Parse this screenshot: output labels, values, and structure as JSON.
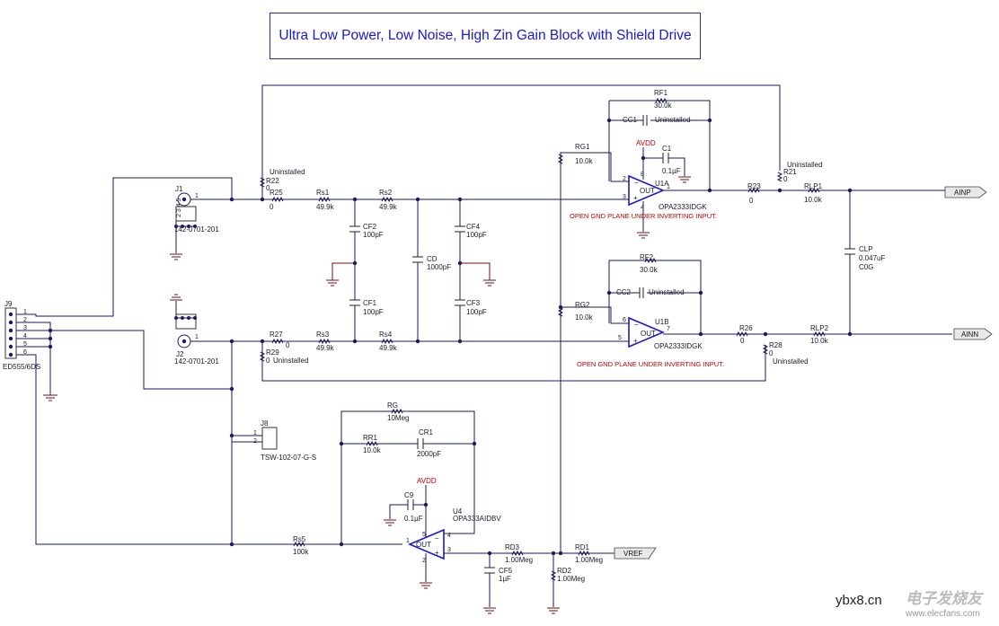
{
  "title": "Ultra Low Power, Low Noise, High Zin Gain Block with Shield Drive",
  "nets": {
    "ainp": "AINP",
    "ainn": "AINN",
    "vref": "VREF",
    "avdd": "AVDD"
  },
  "notes": {
    "inv_note_1": "OPEN GND PLANE UNDER INVERTING INPUT.",
    "inv_note_2": "OPEN GND PLANE UNDER INVERTING INPUT."
  },
  "connectors": {
    "j1": {
      "ref": "J1",
      "part": "142-0701-201",
      "pin": "1",
      "side_pins": "2 3 4 5"
    },
    "j2": {
      "ref": "J2",
      "part": "142-0701-201",
      "pin": "1",
      "side_pins": "2 3 4 5"
    },
    "j8": {
      "ref": "J8",
      "part": "TSW-102-07-G-S",
      "pin1": "1",
      "pin2": "2"
    },
    "j9": {
      "ref": "J9",
      "part": "ED555/6DS",
      "pins": [
        "1",
        "2",
        "3",
        "4",
        "5",
        "6"
      ]
    }
  },
  "amplifiers": {
    "u1a": {
      "ref": "U1A",
      "part": "OPA2333IDGK",
      "out": "OUT",
      "pins": {
        "inv": "2",
        "noninv": "3",
        "out": "1",
        "vp": "8",
        "vn": "4"
      }
    },
    "u1b": {
      "ref": "U1B",
      "part": "OPA2333IDGK",
      "out": "OUT",
      "pins": {
        "inv": "6",
        "noninv": "5",
        "out": "7"
      }
    },
    "u4": {
      "ref": "U4",
      "part": "OPA333AIDBV",
      "out": "OUT",
      "pins": {
        "inv": "4",
        "noninv": "3",
        "out": "1",
        "vp": "5",
        "vn": "2"
      }
    }
  },
  "components": {
    "rf1": {
      "ref": "RF1",
      "value": "30.0k"
    },
    "cc1": {
      "ref": "CC1",
      "value": "Uninstalled"
    },
    "c1": {
      "ref": "C1",
      "value": "0.1µF"
    },
    "rg1": {
      "ref": "RG1",
      "value": "10.0k"
    },
    "r21": {
      "ref": "R21",
      "value": "0",
      "note": "Uninstalled"
    },
    "r23": {
      "ref": "R23",
      "value": "0"
    },
    "rlp1": {
      "ref": "RLP1",
      "value": "10.0k"
    },
    "r22": {
      "ref": "R22",
      "value": "0",
      "note": "Uninstalled"
    },
    "r25": {
      "ref": "R25",
      "value": "0"
    },
    "rs1": {
      "ref": "Rs1",
      "value": "49.9k"
    },
    "rs2": {
      "ref": "Rs2",
      "value": "49.9k"
    },
    "cf2": {
      "ref": "CF2",
      "value": "100pF"
    },
    "cf4": {
      "ref": "CF4",
      "value": "100pF"
    },
    "cd": {
      "ref": "CD",
      "value": "1000pF"
    },
    "cf1": {
      "ref": "CF1",
      "value": "100pF"
    },
    "cf3": {
      "ref": "CF3",
      "value": "100pF"
    },
    "clp": {
      "ref": "CLP",
      "value": "0.047uF",
      "dielectric": "C0G"
    },
    "rf2": {
      "ref": "RF2",
      "value": "30.0k"
    },
    "cc2": {
      "ref": "CC2",
      "value": "Uninstalled"
    },
    "rg2": {
      "ref": "RG2",
      "value": "10.0k"
    },
    "r26": {
      "ref": "R26",
      "value": "0"
    },
    "r28": {
      "ref": "R28",
      "value": "0",
      "note": "Uninstalled"
    },
    "rlp2": {
      "ref": "RLP2",
      "value": "10.0k"
    },
    "r27": {
      "ref": "R27",
      "value": "0"
    },
    "r29": {
      "ref": "R29",
      "value": "0",
      "note": "Uninstalled"
    },
    "rs3": {
      "ref": "Rs3",
      "value": "49.9k"
    },
    "rs4": {
      "ref": "Rs4",
      "value": "49.9k"
    },
    "rg": {
      "ref": "RG",
      "value": "10Meg"
    },
    "rr1": {
      "ref": "RR1",
      "value": "10.0k"
    },
    "cr1": {
      "ref": "CR1",
      "value": "2000pF"
    },
    "c9": {
      "ref": "C9",
      "value": "0.1µF"
    },
    "rs5": {
      "ref": "Rs5",
      "value": "100k"
    },
    "rd3": {
      "ref": "RD3",
      "value": "1.00Meg"
    },
    "rd1": {
      "ref": "RD1",
      "value": "1.00Meg"
    },
    "rd2": {
      "ref": "RD2",
      "value": "1.00Meg"
    },
    "cf5": {
      "ref": "CF5",
      "value": "1µF"
    }
  },
  "watermark": {
    "site_short": "ybx8.cn",
    "site_logo": "电子发烧友",
    "site_url": "www.elecfans.com"
  }
}
